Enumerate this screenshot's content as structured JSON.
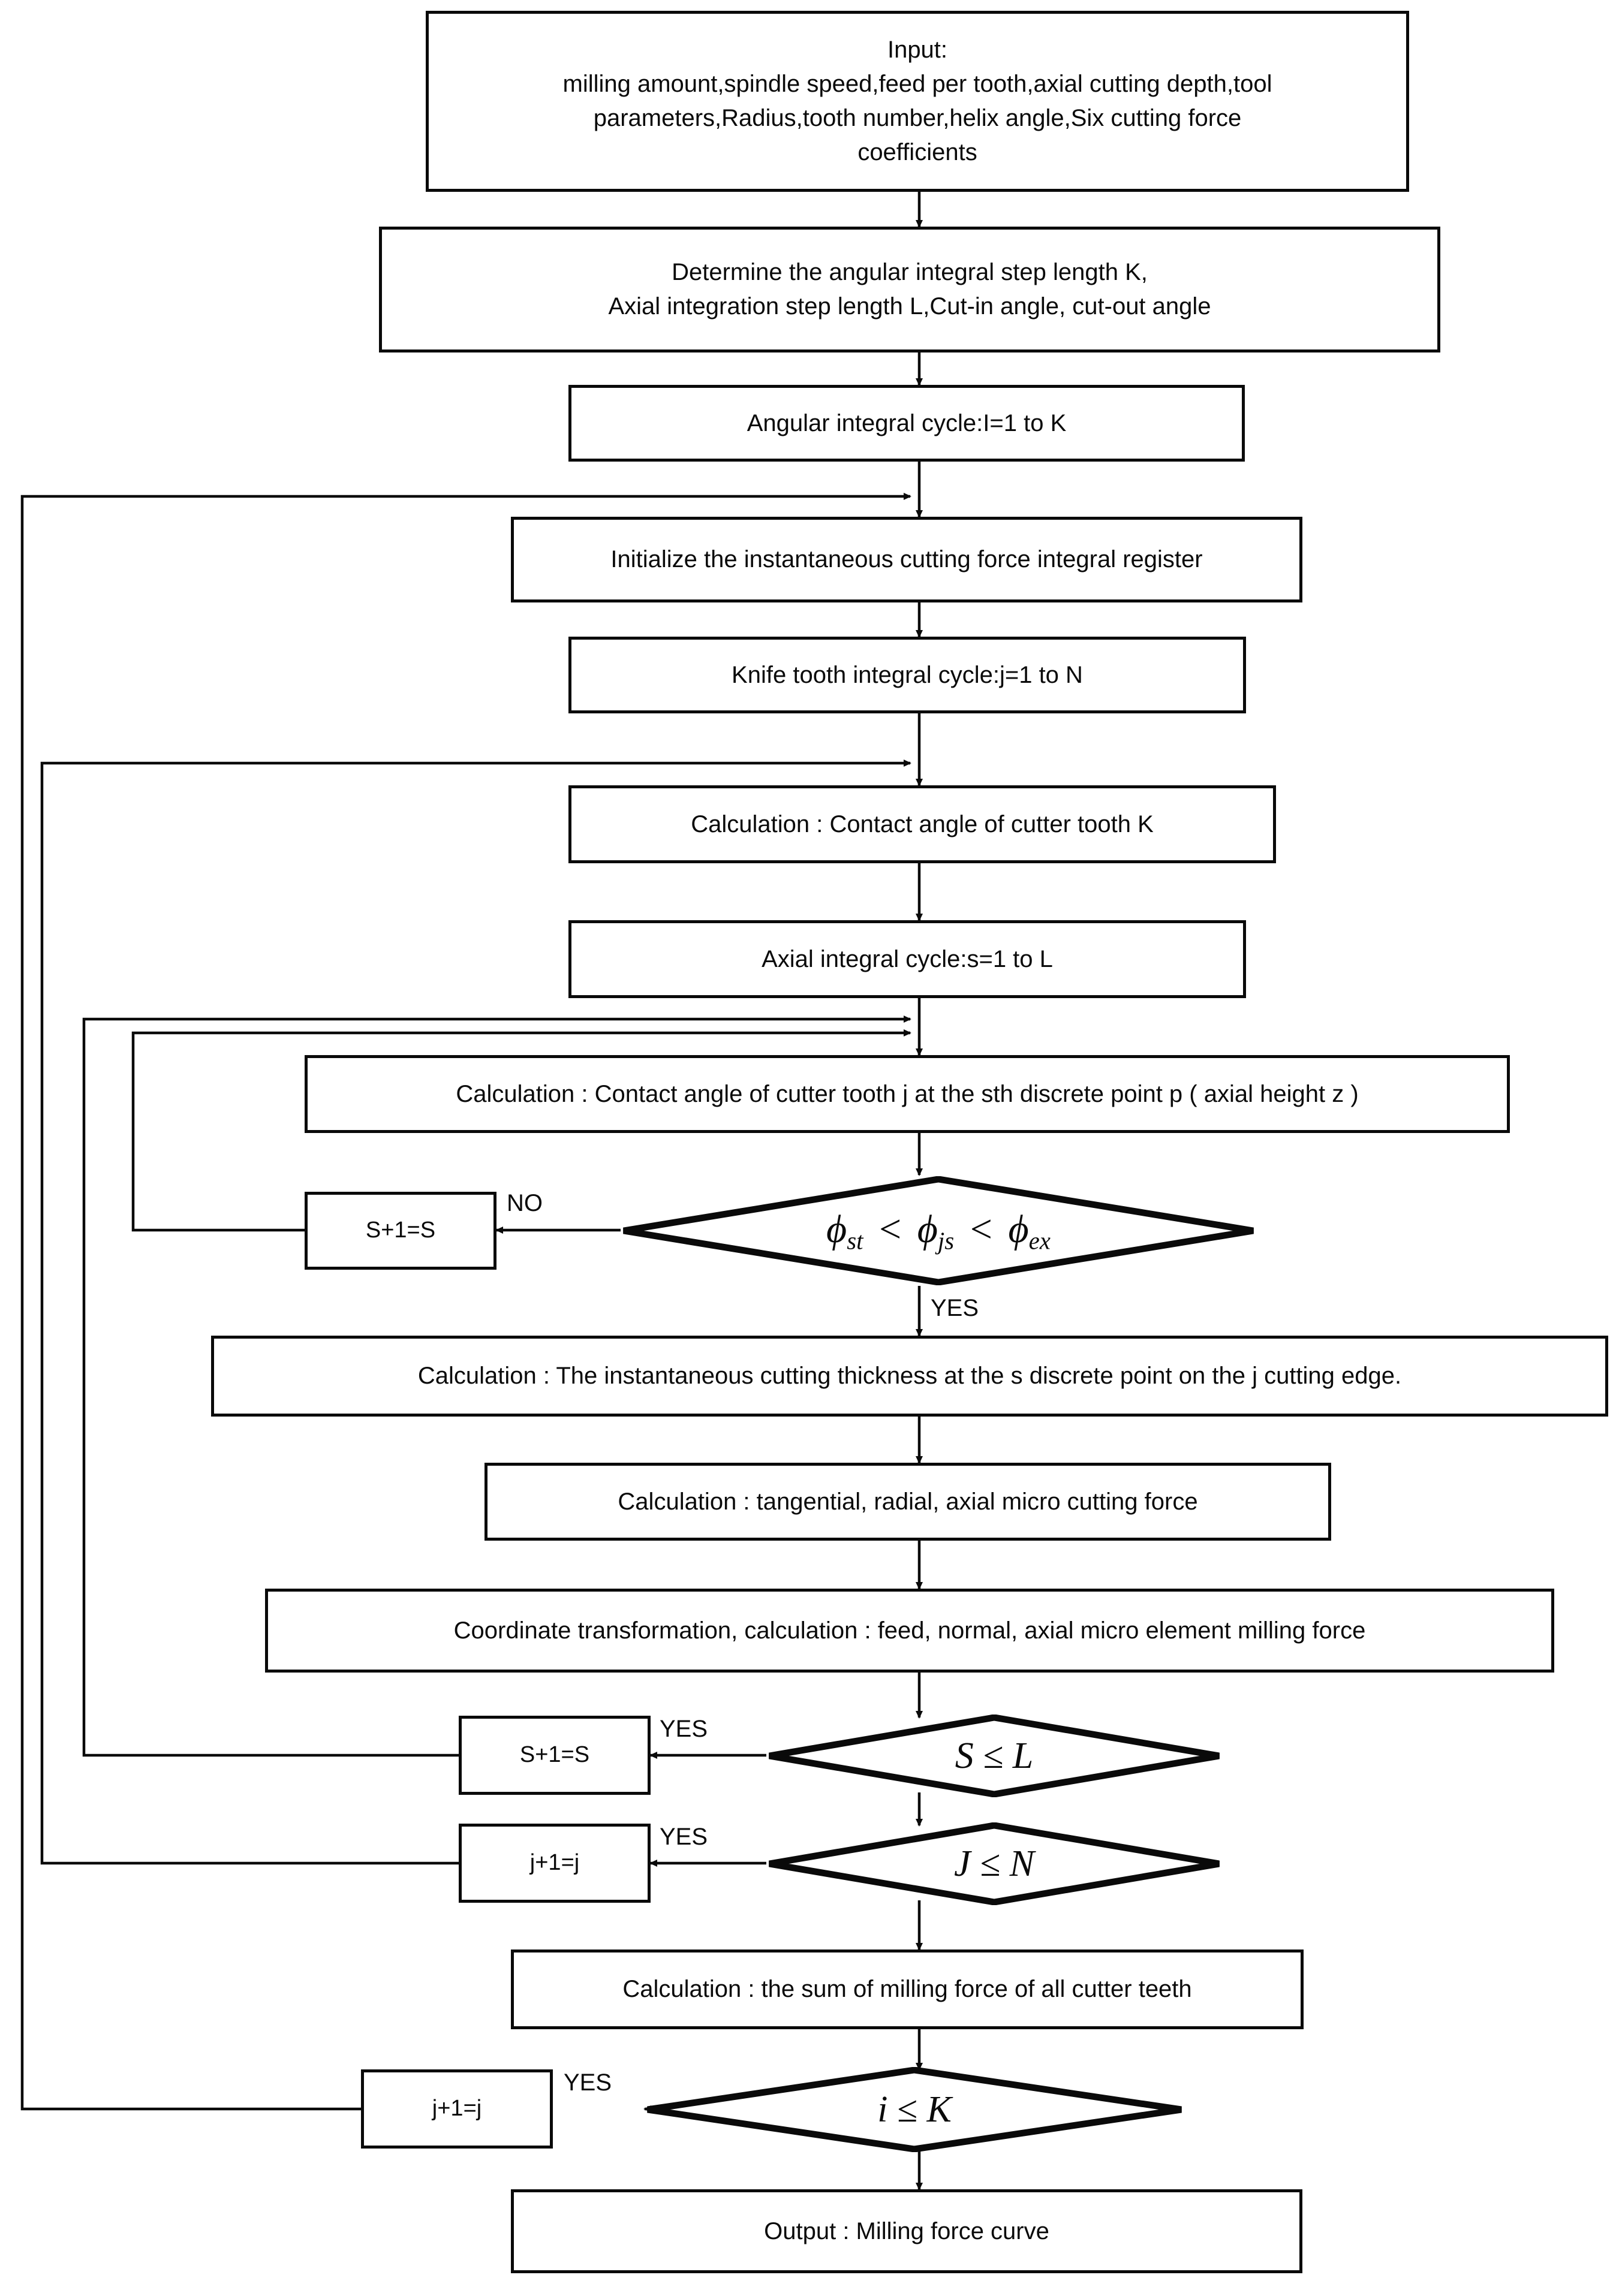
{
  "diagram": {
    "title": "Milling force prediction flowchart",
    "type": "flowchart",
    "colors": {
      "stroke": "#0a0a0a",
      "fill": "#ffffff",
      "text": "#0a0a0a"
    },
    "nodes": [
      {
        "id": "input",
        "shape": "process",
        "text": "Input:\nmilling amount,spindle speed,feed per tooth,axial cutting depth,tool parameters,Radius,tooth number,helix angle,Six cutting force coefficients"
      },
      {
        "id": "determine",
        "shape": "process",
        "text": "Determine the angular integral step length K,\nAxial integration step length L,Cut-in angle, cut-out angle"
      },
      {
        "id": "angular",
        "shape": "process",
        "text": "Angular integral cycle:I=1 to K"
      },
      {
        "id": "initialize",
        "shape": "process",
        "text": "Initialize the instantaneous cutting force integral register"
      },
      {
        "id": "knife",
        "shape": "process",
        "text": "Knife tooth integral cycle:j=1 to N"
      },
      {
        "id": "contactK",
        "shape": "process",
        "text": "Calculation : Contact angle of cutter tooth K"
      },
      {
        "id": "axial",
        "shape": "process",
        "text": "Axial integral cycle:s=1 to L"
      },
      {
        "id": "contactJ",
        "shape": "process",
        "text": "Calculation : Contact angle of cutter tooth j at the sth discrete point p ( axial height z )"
      },
      {
        "id": "phi",
        "shape": "decision",
        "text": "ϕst < ϕjs < ϕex"
      },
      {
        "id": "sInc1",
        "shape": "process",
        "text": "S+1=S"
      },
      {
        "id": "thickness",
        "shape": "process",
        "text": "Calculation : The instantaneous cutting thickness at the s discrete point on the j cutting edge."
      },
      {
        "id": "microforce",
        "shape": "process",
        "text": "Calculation : tangential, radial, axial micro cutting force"
      },
      {
        "id": "coordinate",
        "shape": "process",
        "text": "Coordinate transformation, calculation : feed, normal, axial micro element milling force"
      },
      {
        "id": "sLE",
        "shape": "decision",
        "text": "S ≤ L"
      },
      {
        "id": "sInc2",
        "shape": "process",
        "text": "S+1=S"
      },
      {
        "id": "jLE",
        "shape": "decision",
        "text": "J ≤ N"
      },
      {
        "id": "jInc1",
        "shape": "process",
        "text": "j+1=j"
      },
      {
        "id": "sum",
        "shape": "process",
        "text": "Calculation : the sum of milling force of all cutter teeth"
      },
      {
        "id": "iLE",
        "shape": "decision",
        "text": "i ≤ K"
      },
      {
        "id": "jInc2",
        "shape": "process",
        "text": "j+1=j"
      },
      {
        "id": "output",
        "shape": "process",
        "text": "Output : Milling force curve"
      }
    ],
    "edge_labels": {
      "phi_no": "NO",
      "phi_yes": "YES",
      "sLE_yes": "YES",
      "jLE_yes": "YES",
      "iLE_yes": "YES"
    },
    "node_text": {
      "input_l1": "Input:",
      "input_l2": "milling amount,spindle speed,feed per tooth,axial cutting depth,tool",
      "input_l3": "parameters,Radius,tooth number,helix angle,Six cutting force",
      "input_l4": "coefficients",
      "determine_l1": "Determine the angular integral step length K,",
      "determine_l2": "Axial integration step length L,Cut-in angle, cut-out angle",
      "angular": "Angular integral cycle:I=1 to K",
      "initialize": "Initialize the instantaneous cutting force integral register",
      "knife": "Knife tooth integral cycle:j=1 to N",
      "contactK": "Calculation : Contact angle of cutter tooth K",
      "axial": "Axial integral cycle:s=1 to L",
      "contactJ": "Calculation : Contact angle of cutter tooth j at the sth discrete point p ( axial height z )",
      "sInc1": "S+1=S",
      "thickness": "Calculation : The instantaneous cutting thickness at the s discrete point on the j cutting edge.",
      "microforce": "Calculation : tangential, radial, axial micro cutting force",
      "coordinate": "Coordinate transformation, calculation : feed, normal, axial micro element milling force",
      "sInc2": "S+1=S",
      "jInc1": "j+1=j",
      "sum": "Calculation : the sum of milling force of all cutter teeth",
      "jInc2": "j+1=j",
      "output": "Output : Milling force curve",
      "sLE": "S ≤ L",
      "jLE": "J ≤ N",
      "iLE": "i ≤ K"
    },
    "formula": {
      "phi_st": "ϕ",
      "phi_st_sub": "st",
      "lt1": "<",
      "phi_js": "ϕ",
      "phi_js_sub": "js",
      "lt2": "<",
      "phi_ex": "ϕ",
      "phi_ex_sub": "ex"
    }
  }
}
